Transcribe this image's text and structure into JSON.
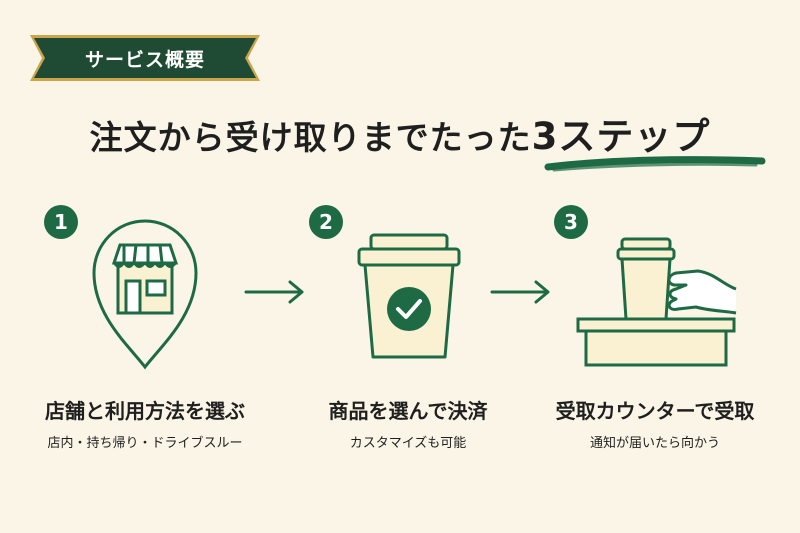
{
  "badge": {
    "label": "サービス概要"
  },
  "headline": {
    "prefix": "注文から受け取りまでたった",
    "emphasis": "3ステップ"
  },
  "steps": [
    {
      "number": "1",
      "title": "店舗と利用方法を選ぶ",
      "desc": "店内・持ち帰り・ドライブスルー",
      "icon": "store-pin-icon"
    },
    {
      "number": "2",
      "title": "商品を選んで決済",
      "desc": "カスタマイズも可能",
      "icon": "cup-check-icon"
    },
    {
      "number": "3",
      "title": "受取カウンターで受取",
      "desc": "通知が届いたら向かう",
      "icon": "counter-hand-icon"
    }
  ],
  "colors": {
    "brand_green": "#1e6a44",
    "badge_green": "#1f4a33",
    "gold": "#c9a64a",
    "background": "#faf5e6"
  }
}
